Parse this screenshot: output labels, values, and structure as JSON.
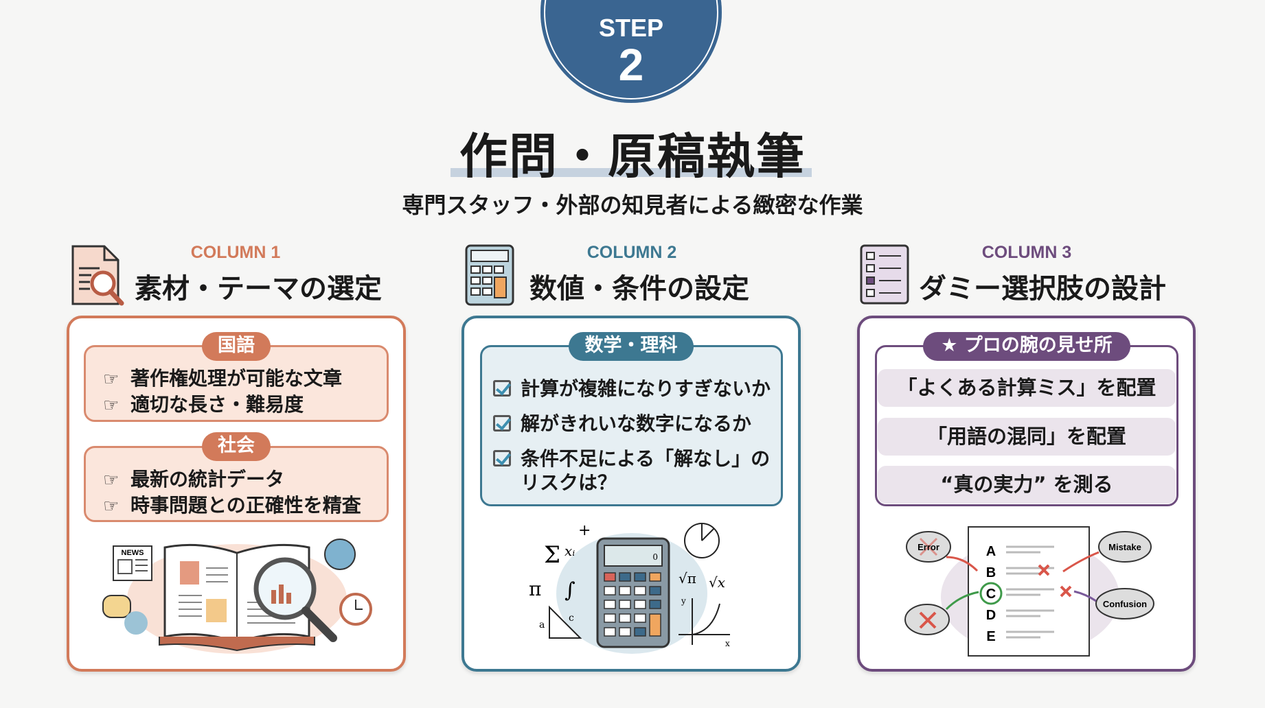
{
  "step": {
    "label": "STEP",
    "number": "2"
  },
  "title": "作問・原稿執筆",
  "subtitle": "専門スタッフ・外部の知見者による緻密な作業",
  "colors": {
    "step": "#3a6591",
    "col1": "#d27a5a",
    "col2": "#3d7891",
    "col3": "#6d4c7d"
  },
  "columns": [
    {
      "label": "COLUMN 1",
      "heading": "素材・テーマの選定",
      "icon": "document-search-icon",
      "groups": [
        {
          "badge": "国語",
          "items": [
            "著作権処理が可能な文章",
            "適切な長さ・難易度"
          ]
        },
        {
          "badge": "社会",
          "items": [
            "最新の統計データ",
            "時事問題との正確性を精査"
          ]
        }
      ],
      "illustration_text": "NEWS"
    },
    {
      "label": "COLUMN 2",
      "heading": "数値・条件の設定",
      "icon": "calculator-icon",
      "badge": "数学・理科",
      "items": [
        "計算が複雑になりすぎないか",
        "解がきれいな数字になるか",
        "条件不足による「解なし」の",
        "リスクは？"
      ],
      "illustration": {
        "symbols": [
          "π",
          "∫",
          "√π",
          "√x",
          "+",
          "Σ",
          "xᵢ"
        ],
        "axis_x": "x",
        "axis_y": "y",
        "tri_a": "a",
        "tri_c": "c",
        "calc_display": "0"
      }
    },
    {
      "label": "COLUMN 3",
      "heading": "ダミー選択肢の設計",
      "icon": "checklist-icon",
      "badge": "★ プロの腕の見せ所",
      "rows": [
        "「よくある計算ミス」を配置",
        "「用語の混同」を配置",
        "“真の実力” を測る"
      ],
      "illustration": {
        "choices": [
          "A",
          "B",
          "C",
          "D",
          "E"
        ],
        "bubbles": [
          "Error",
          "Mistake",
          "Confusion"
        ]
      }
    }
  ]
}
